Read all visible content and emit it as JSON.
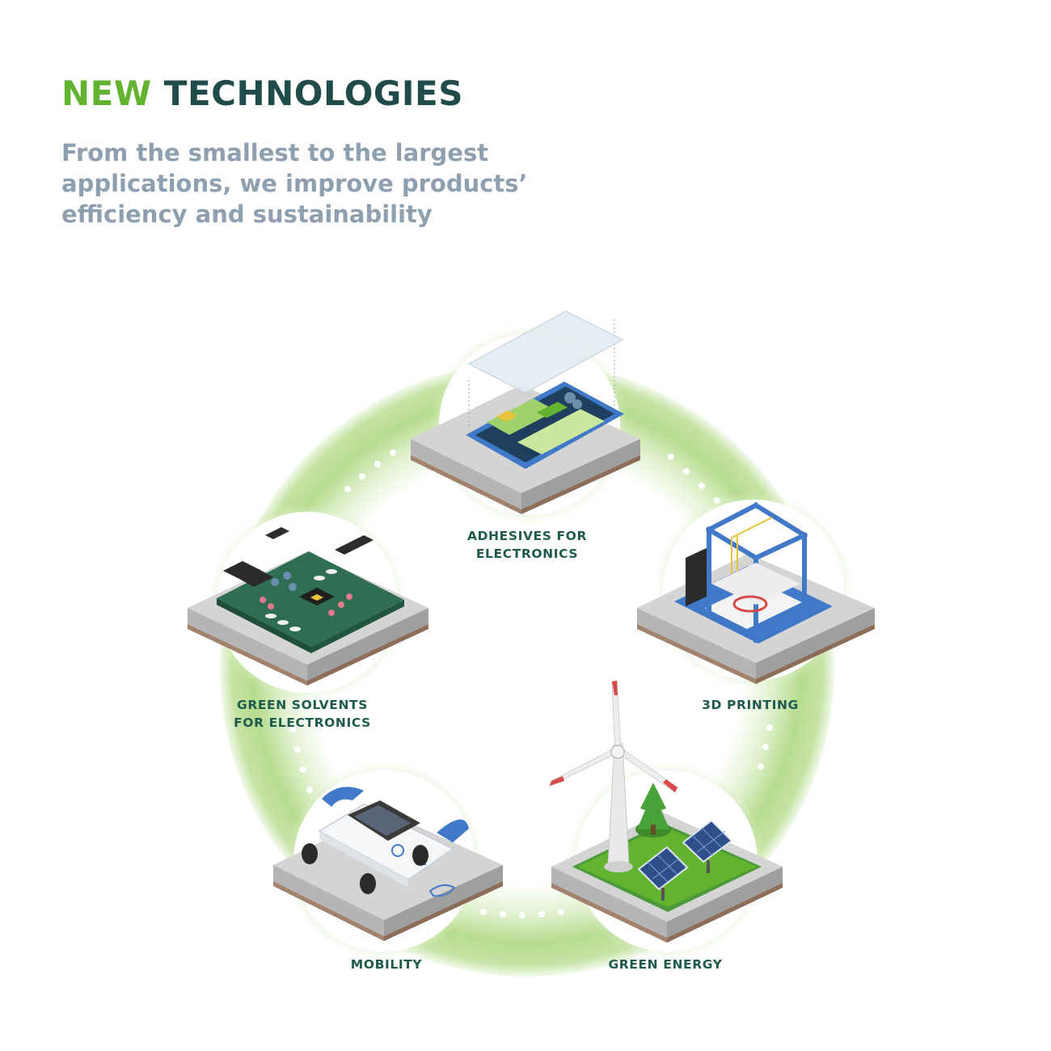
{
  "header": {
    "title_accent": "NEW",
    "title_main": "TECHNOLOGIES",
    "subtitle_lines": [
      "From the smallest to the largest",
      "applications, we improve products’",
      "efficiency and sustainability"
    ]
  },
  "nodes": [
    {
      "id": "adhesives",
      "label_lines": [
        "ADHESIVES FOR",
        "ELECTRONICS"
      ],
      "icon": "smartphone-adhesive-icon"
    },
    {
      "id": "printing",
      "label_lines": [
        "3D PRINTING"
      ],
      "icon": "3d-printer-icon"
    },
    {
      "id": "energy",
      "label_lines": [
        "GREEN ENERGY"
      ],
      "icon": "wind-solar-icon"
    },
    {
      "id": "mobility",
      "label_lines": [
        "MOBILITY"
      ],
      "icon": "car-icon"
    },
    {
      "id": "solvents",
      "label_lines": [
        "GREEN SOLVENTS",
        "FOR ELECTRONICS"
      ],
      "icon": "circuit-board-icon"
    }
  ],
  "colors": {
    "accent_green": "#62b32f",
    "title_dark": "#1f4b4b",
    "subtitle_gray": "#8e9fb0",
    "label_dark": "#1f5a4e",
    "ring_green": "#a9d67c",
    "pcb_green": "#2f6e52",
    "tech_blue": "#3f79c8"
  }
}
